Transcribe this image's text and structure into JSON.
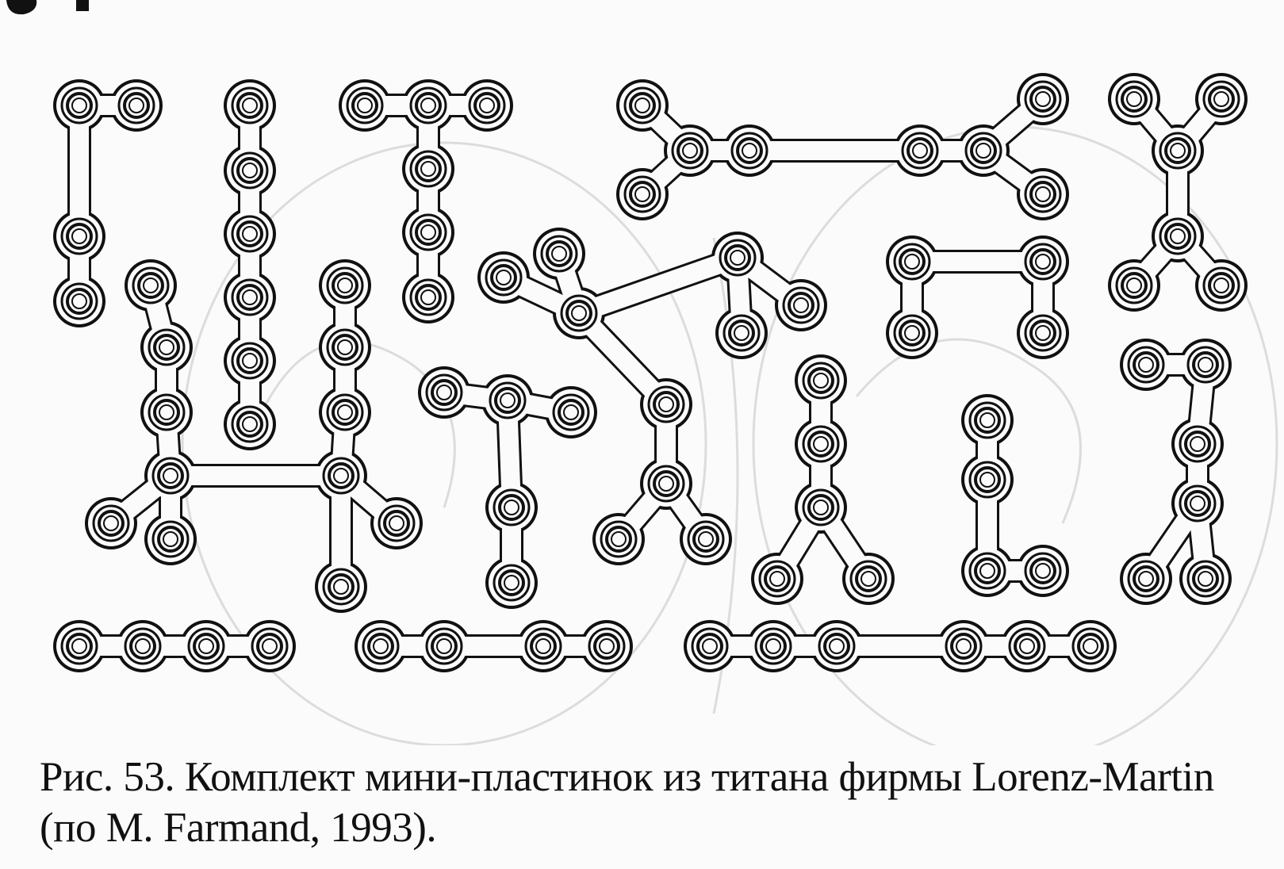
{
  "figure": {
    "caption": "Рис. 53. Комплект мини-пластинок из титана фирмы Lorenz-Martin (по M. Farmand, 1993).",
    "plates": [
      {
        "name": "plate-l-shape"
      },
      {
        "name": "plate-straight-6-hole"
      },
      {
        "name": "plate-t-shape"
      },
      {
        "name": "plate-long-double-y"
      },
      {
        "name": "plate-x-shape"
      },
      {
        "name": "plate-h-shape-large"
      },
      {
        "name": "plate-y-branch-center"
      },
      {
        "name": "plate-h-shape-small"
      },
      {
        "name": "plate-t-shape-small"
      },
      {
        "name": "plate-y-shape"
      },
      {
        "name": "plate-l-shape-small"
      },
      {
        "name": "plate-i-shape"
      },
      {
        "name": "plate-straight-4-hole"
      },
      {
        "name": "plate-straight-4-hole-gap"
      },
      {
        "name": "plate-straight-6-hole-gap"
      }
    ]
  }
}
